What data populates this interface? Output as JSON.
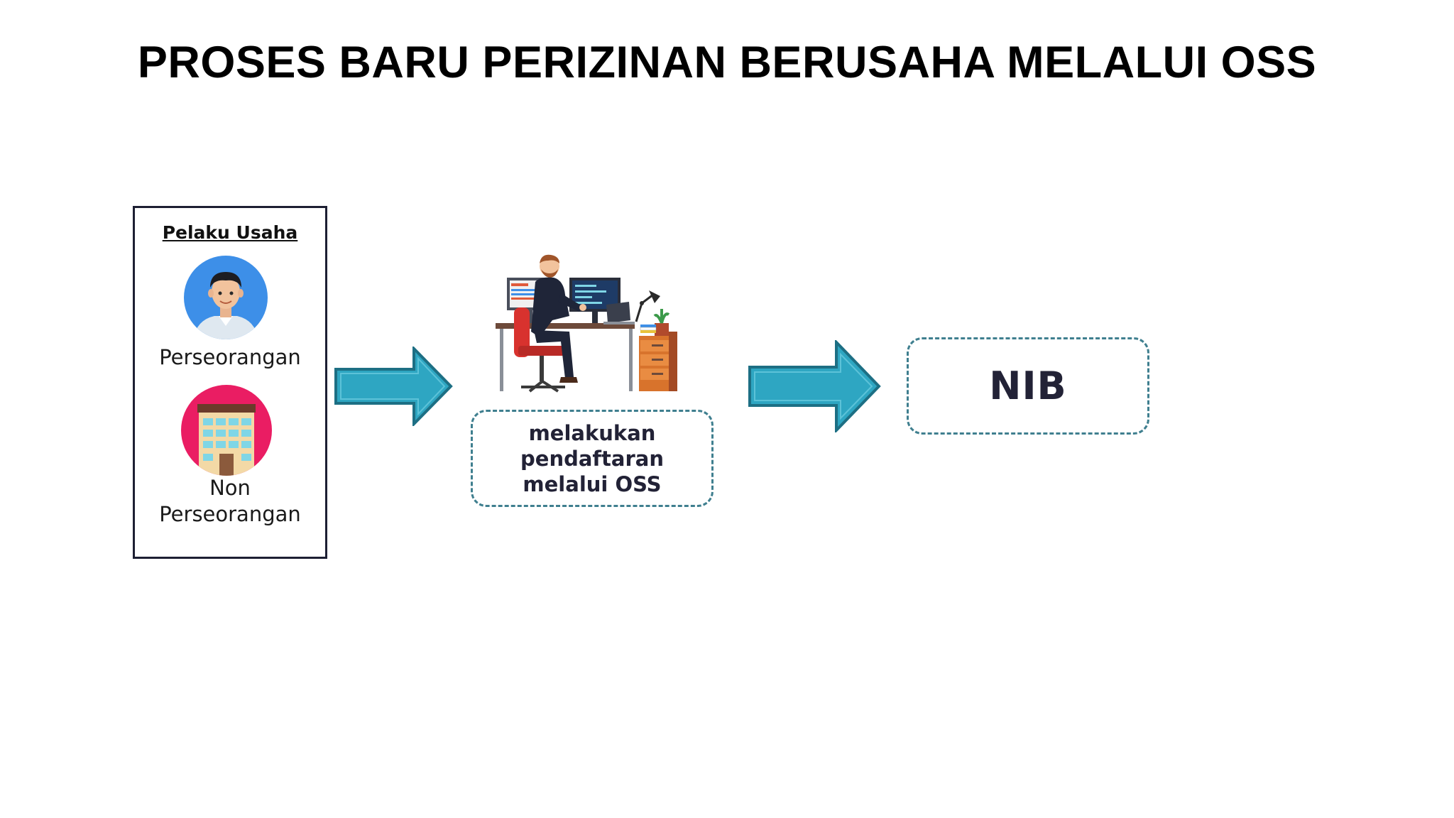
{
  "title": "PROSES BARU PERIZINAN BERUSAHA MELALUI OSS",
  "actors": {
    "heading": "Pelaku Usaha",
    "items": [
      {
        "label": "Perseorangan",
        "icon": "person-avatar-icon",
        "color": "#3d8fe8"
      },
      {
        "label_line1": "Non",
        "label_line2": "Perseorangan",
        "icon": "building-avatar-icon",
        "color": "#ea1d63"
      }
    ]
  },
  "steps": {
    "registration": {
      "line1": "melakukan",
      "line2": "pendaftaran",
      "line3": "melalui OSS",
      "icon": "person-at-computer-icon"
    },
    "result": {
      "label": "NIB"
    }
  },
  "colors": {
    "arrow_fill": "#2ea6c2",
    "arrow_stroke": "#1d6f84",
    "box_border": "#3f7f8f"
  }
}
